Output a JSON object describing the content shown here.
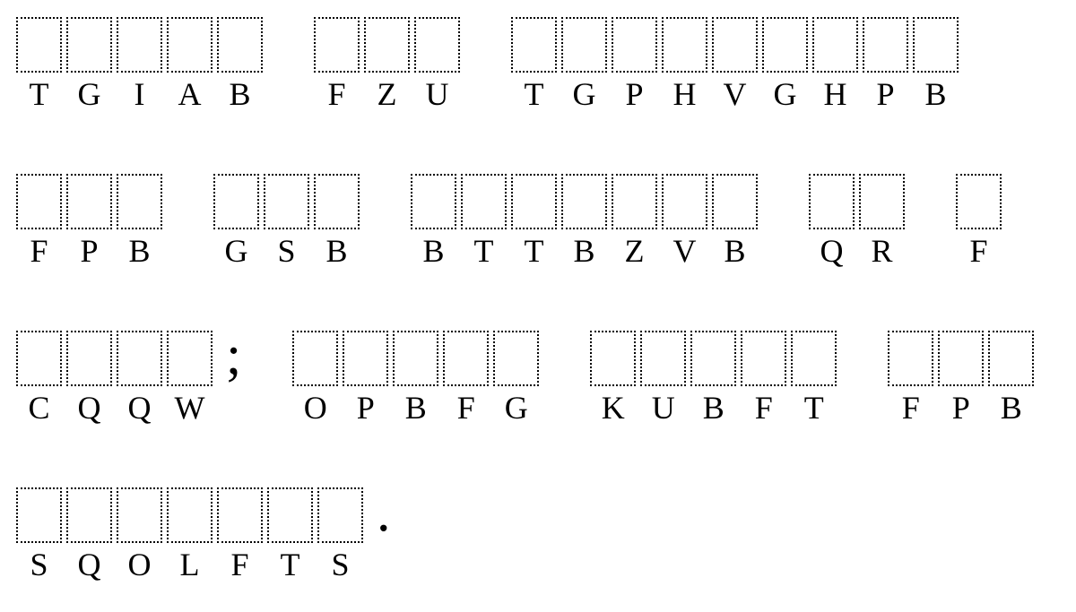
{
  "page": {
    "background_color": "#ffffff",
    "text_color": "#000000"
  },
  "puzzle": {
    "type": "cryptogram-fill-in",
    "box_style": "dotted-outline-empty",
    "rows": [
      {
        "words": [
          {
            "letters": [
              "T",
              "G",
              "I",
              "A",
              "B"
            ],
            "punctuation": ""
          },
          {
            "letters": [
              "F",
              "Z",
              "U"
            ],
            "punctuation": ""
          },
          {
            "letters": [
              "T",
              "G",
              "P",
              "H",
              "V",
              "G",
              "H",
              "P",
              "B"
            ],
            "punctuation": ""
          }
        ]
      },
      {
        "words": [
          {
            "letters": [
              "F",
              "P",
              "B"
            ],
            "punctuation": ""
          },
          {
            "letters": [
              "G",
              "S",
              "B"
            ],
            "punctuation": ""
          },
          {
            "letters": [
              "B",
              "T",
              "T",
              "B",
              "Z",
              "V",
              "B"
            ],
            "punctuation": ""
          },
          {
            "letters": [
              "Q",
              "R"
            ],
            "punctuation": ""
          },
          {
            "letters": [
              "F"
            ],
            "punctuation": ""
          }
        ]
      },
      {
        "words": [
          {
            "letters": [
              "C",
              "Q",
              "Q",
              "W"
            ],
            "punctuation": ";"
          },
          {
            "letters": [
              "O",
              "P",
              "B",
              "F",
              "G"
            ],
            "punctuation": ""
          },
          {
            "letters": [
              "K",
              "U",
              "B",
              "F",
              "T"
            ],
            "punctuation": ""
          },
          {
            "letters": [
              "F",
              "P",
              "B"
            ],
            "punctuation": ""
          }
        ]
      },
      {
        "words": [
          {
            "letters": [
              "S",
              "Q",
              "O",
              "L",
              "F",
              "T",
              "S"
            ],
            "punctuation": "."
          }
        ]
      }
    ]
  }
}
